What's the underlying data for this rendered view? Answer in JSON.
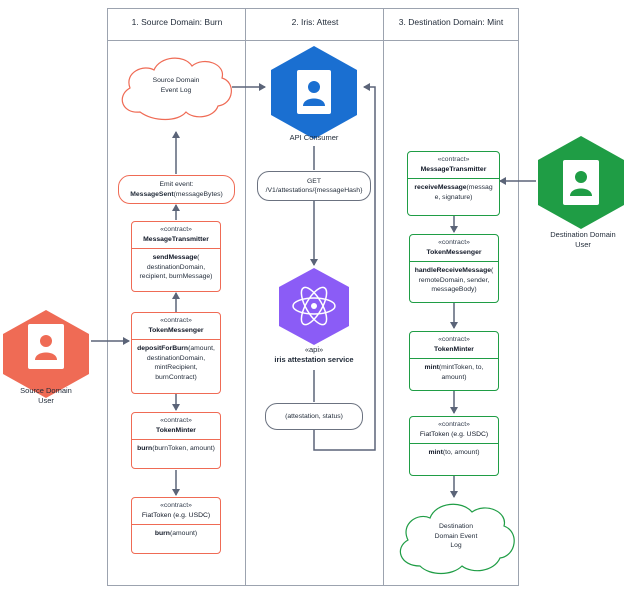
{
  "lanes": [
    {
      "title": "1.  Source Domain: Burn"
    },
    {
      "title": "2.  Iris: Attest"
    },
    {
      "title": "3.  Destination Domain: Mint"
    }
  ],
  "actors": {
    "source_user": "Source Domain\nUser",
    "destination_user": "Destination Domain\nUser",
    "api_consumer": "API Consumer"
  },
  "source": {
    "event_log": "Source Domain\nEvent Log",
    "emit_event": {
      "line1": "Emit event:",
      "name": "MessageSent",
      "args": "(messageBytes)"
    },
    "message_transmitter": {
      "stereotype": "«contract»",
      "name": "MessageTransmitter",
      "method": "sendMessage",
      "args": "(\ndestinationDomain,\nrecipient, burnMessage)"
    },
    "token_messenger": {
      "stereotype": "«contract»",
      "name": "TokenMessenger",
      "method": "depositForBurn",
      "args": "(amount,\ndestinationDomain,\nmintRecipient,\nburnContract)"
    },
    "token_minter": {
      "stereotype": "«contract»",
      "name": "TokenMinter",
      "method": "burn",
      "args": "(burnToken, amount)"
    },
    "fiat_token": {
      "stereotype": "«contract»",
      "name": "FiatToken (e.g. USDC)",
      "method": "burn",
      "args": "(amount)"
    }
  },
  "iris": {
    "get_request": "GET\n/V1/attestations/{messageHash}",
    "service_stereotype": "«api»",
    "service_name": "iris attestation service",
    "response": "(attestation, status)"
  },
  "destination": {
    "message_transmitter": {
      "stereotype": "«contract»",
      "name": "MessageTransmitter",
      "method": "receiveMessage",
      "args": "(messag\ne, signature)"
    },
    "token_messenger": {
      "stereotype": "«contract»",
      "name": "TokenMessenger",
      "method": "handleReceiveMessage",
      "args": "(\nremoteDomain, sender,\nmessageBody)"
    },
    "token_minter": {
      "stereotype": "«contract»",
      "name": "TokenMinter",
      "method": "mint",
      "args": "(mintToken, to,\namount)"
    },
    "fiat_token": {
      "stereotype": "«contract»",
      "name": "FiatToken (e.g. USDC)",
      "method": "mint",
      "args": "(to, amount)"
    },
    "event_log": "Destination\nDomain Event\nLog"
  },
  "colors": {
    "source": "#ef6b55",
    "destination": "#1f9d45",
    "iris_blue": "#1a6fd1",
    "iris_purple": "#8b5cf6",
    "arrow": "#5b6478",
    "lane_border": "#9ca3af"
  }
}
